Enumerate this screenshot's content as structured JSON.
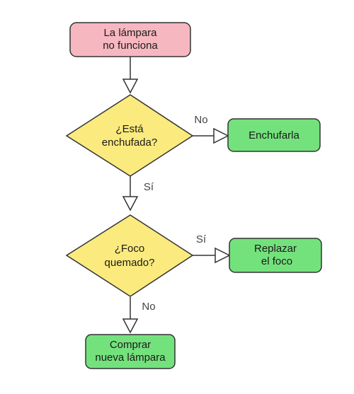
{
  "colors": {
    "start": "#f7b7c0",
    "decision": "#fbea7e",
    "action": "#74e27c",
    "stroke": "#333333",
    "background": "#ffffff"
  },
  "nodes": {
    "start": {
      "lines": [
        "La lámpara",
        "no funciona"
      ]
    },
    "plugged_decision": {
      "lines": [
        "¿Está",
        "enchufada?"
      ]
    },
    "plug_in": {
      "lines": [
        "Enchufarla"
      ]
    },
    "bulb_decision": {
      "lines": [
        "¿Foco",
        "quemado?"
      ]
    },
    "replace_bulb": {
      "lines": [
        "Replazar",
        "el foco"
      ]
    },
    "buy_lamp": {
      "lines": [
        "Comprar",
        "nueva lámpara"
      ]
    }
  },
  "edges": {
    "plugged_no": "No",
    "plugged_yes": "Sí",
    "bulb_yes": "Sí",
    "bulb_no": "No"
  }
}
